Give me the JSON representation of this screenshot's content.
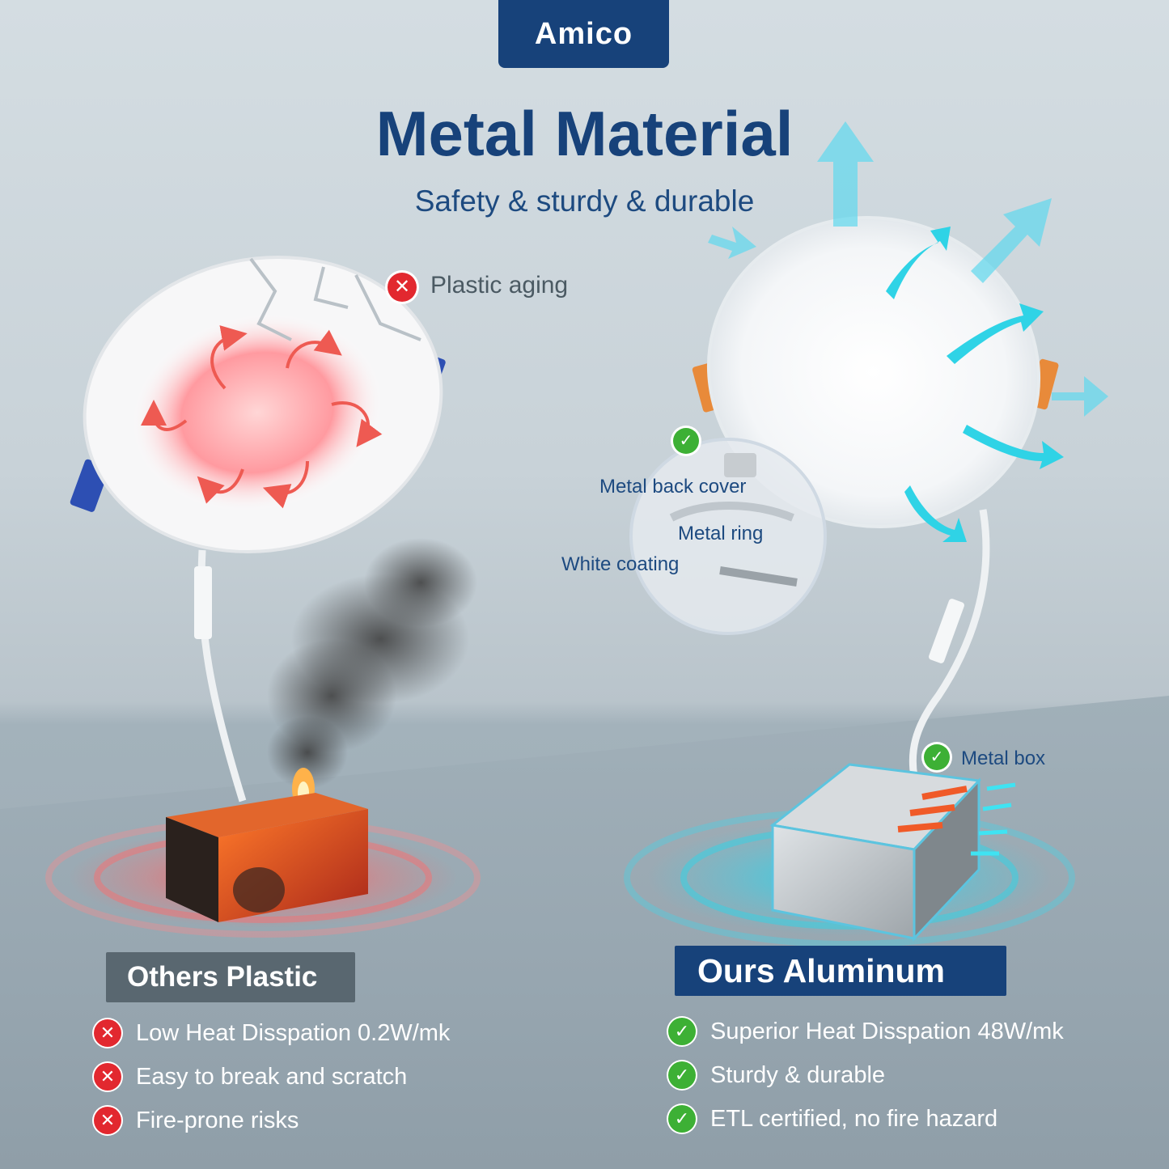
{
  "brand": {
    "logo": "Amico"
  },
  "header": {
    "title": "Metal Material",
    "subtitle": "Safety & sturdy & durable"
  },
  "left_panel": {
    "aging_label": "Plastic aging",
    "tag": "Others  Plastic",
    "items": [
      "Low Heat Disspation 0.2W/mk",
      "Easy to break and scratch",
      "Fire-prone risks"
    ]
  },
  "right_panel": {
    "callouts": {
      "back_cover": "Metal back cover",
      "ring": "Metal ring",
      "coating": "White coating",
      "box": "Metal box"
    },
    "tag": "Ours  Aluminum",
    "items": [
      "Superior Heat Disspation 48W/mk",
      "Sturdy & durable",
      "ETL certified, no fire hazard"
    ]
  },
  "icons": {
    "bad": "x-mark-icon",
    "good": "check-mark-icon"
  },
  "colors": {
    "brand_blue": "#17427a",
    "bad_red": "#e2282f",
    "good_green": "#3db035",
    "heat_cyan": "#2fd3e6",
    "heat_orange": "#e88a3a"
  }
}
